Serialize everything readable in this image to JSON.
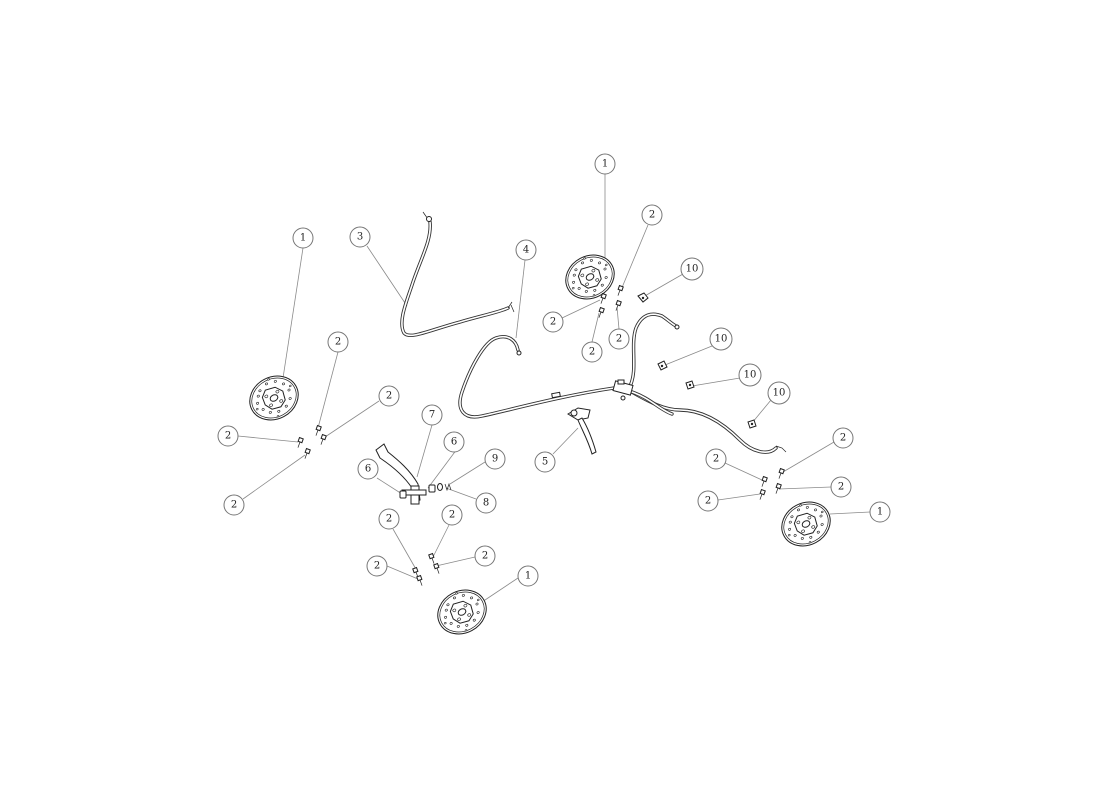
{
  "diagram": {
    "callouts": [
      {
        "id": "c1a",
        "label": "1"
      },
      {
        "id": "c1b",
        "label": "1"
      },
      {
        "id": "c1c",
        "label": "1"
      },
      {
        "id": "c1d",
        "label": "1"
      },
      {
        "id": "c2a",
        "label": "2"
      },
      {
        "id": "c2b",
        "label": "2"
      },
      {
        "id": "c2c",
        "label": "2"
      },
      {
        "id": "c2d",
        "label": "2"
      },
      {
        "id": "c2e",
        "label": "2"
      },
      {
        "id": "c2f",
        "label": "2"
      },
      {
        "id": "c2g",
        "label": "2"
      },
      {
        "id": "c2h",
        "label": "2"
      },
      {
        "id": "c2i",
        "label": "2"
      },
      {
        "id": "c2j",
        "label": "2"
      },
      {
        "id": "c2k",
        "label": "2"
      },
      {
        "id": "c2l",
        "label": "2"
      },
      {
        "id": "c2m",
        "label": "2"
      },
      {
        "id": "c2n",
        "label": "2"
      },
      {
        "id": "c2o",
        "label": "2"
      },
      {
        "id": "c2p",
        "label": "2"
      },
      {
        "id": "c3",
        "label": "3"
      },
      {
        "id": "c4",
        "label": "4"
      },
      {
        "id": "c5",
        "label": "5"
      },
      {
        "id": "c6a",
        "label": "6"
      },
      {
        "id": "c6b",
        "label": "6"
      },
      {
        "id": "c7",
        "label": "7"
      },
      {
        "id": "c8",
        "label": "8"
      },
      {
        "id": "c9",
        "label": "9"
      },
      {
        "id": "c10a",
        "label": "10"
      },
      {
        "id": "c10b",
        "label": "10"
      },
      {
        "id": "c10c",
        "label": "10"
      },
      {
        "id": "c10d",
        "label": "10"
      }
    ]
  }
}
